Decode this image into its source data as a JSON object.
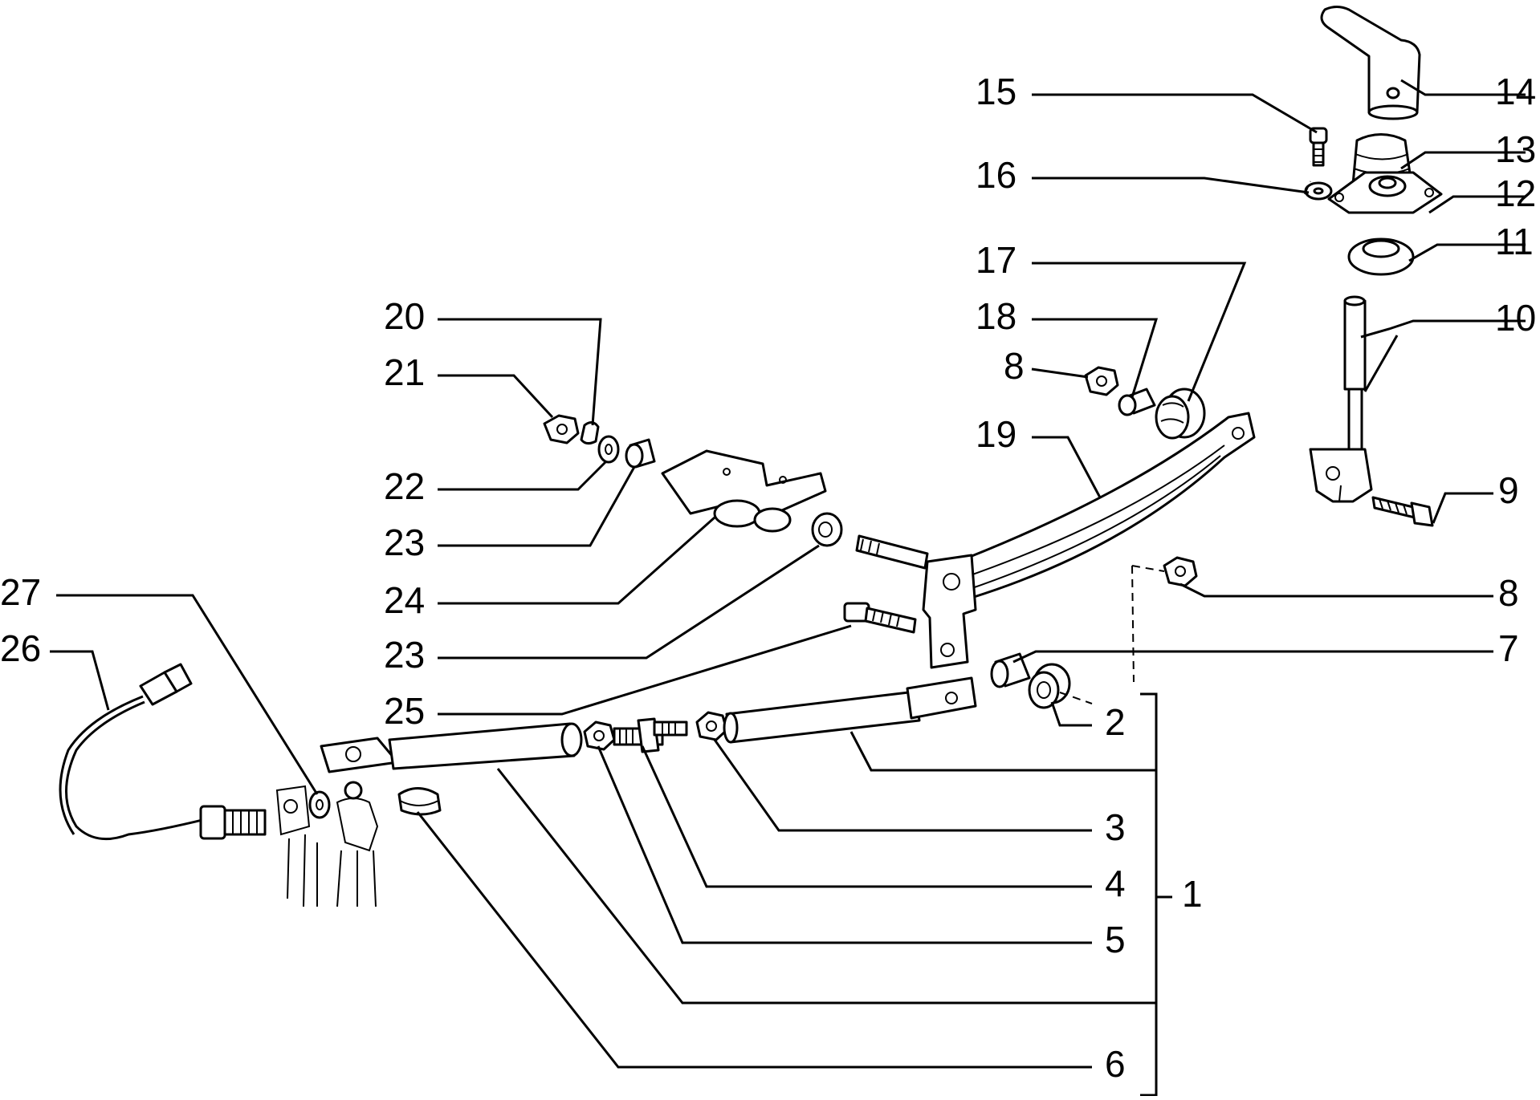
{
  "callouts": [
    {
      "id": "1",
      "label": "1"
    },
    {
      "id": "2",
      "label": "2"
    },
    {
      "id": "3",
      "label": "3"
    },
    {
      "id": "4",
      "label": "4"
    },
    {
      "id": "5",
      "label": "5"
    },
    {
      "id": "6",
      "label": "6"
    },
    {
      "id": "7",
      "label": "7"
    },
    {
      "id": "8a",
      "label": "8"
    },
    {
      "id": "8b",
      "label": "8"
    },
    {
      "id": "9",
      "label": "9"
    },
    {
      "id": "10",
      "label": "10"
    },
    {
      "id": "11",
      "label": "11"
    },
    {
      "id": "12",
      "label": "12"
    },
    {
      "id": "13",
      "label": "13"
    },
    {
      "id": "14",
      "label": "14"
    },
    {
      "id": "15",
      "label": "15"
    },
    {
      "id": "16",
      "label": "16"
    },
    {
      "id": "17",
      "label": "17"
    },
    {
      "id": "18",
      "label": "18"
    },
    {
      "id": "19",
      "label": "19"
    },
    {
      "id": "20",
      "label": "20"
    },
    {
      "id": "21",
      "label": "21"
    },
    {
      "id": "22",
      "label": "22"
    },
    {
      "id": "23a",
      "label": "23"
    },
    {
      "id": "23b",
      "label": "23"
    },
    {
      "id": "24",
      "label": "24"
    },
    {
      "id": "25",
      "label": "25"
    },
    {
      "id": "26",
      "label": "26"
    },
    {
      "id": "27",
      "label": "27"
    }
  ]
}
